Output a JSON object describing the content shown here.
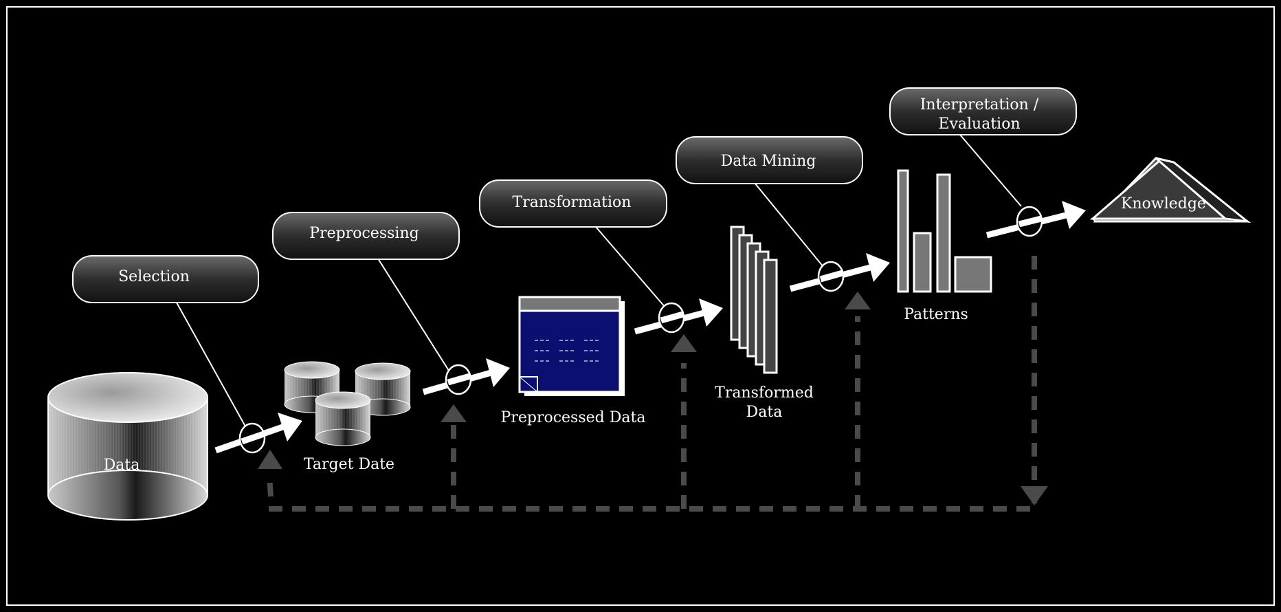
{
  "steps": {
    "selection": "Selection",
    "preprocessing": "Preprocessing",
    "transformation": "Transformation",
    "data_mining": "Data Mining",
    "interpretation_line1": "Interpretation /",
    "interpretation_line2": "Evaluation"
  },
  "items": {
    "data": "Data",
    "target": "Target Date",
    "preprocessed": "Preprocessed Data",
    "transformed_line1": "Transformed",
    "transformed_line2": "Data",
    "patterns": "Patterns",
    "knowledge": "Knowledge"
  },
  "colors": {
    "background": "#000000",
    "foreground": "#ffffff",
    "feedback": "#4a4a4a",
    "document": "#0a0f70"
  }
}
